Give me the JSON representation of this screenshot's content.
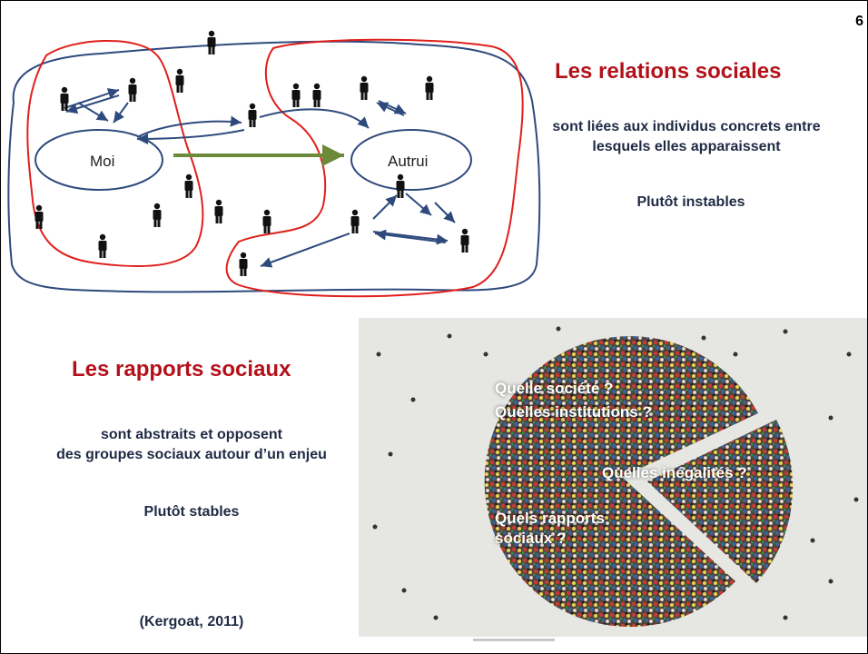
{
  "page": {
    "number": "6"
  },
  "diagram": {
    "moi_label": "Moi",
    "autrui_label": "Autrui"
  },
  "relations": {
    "title": "Les relations sociales",
    "line1": "sont liées aux individus concrets entre",
    "line2": "lesquels elles apparaissent",
    "stability": "Plutôt instables"
  },
  "rapports": {
    "title": "Les rapports sociaux",
    "line1": "sont abstraits et opposent",
    "line2": "des groupes sociaux autour d’un enjeu",
    "stability": "Plutôt stables",
    "citation": "(Kergoat, 2011)"
  },
  "photo": {
    "q_societe": "Quelle société ?",
    "q_institutions": "Quelles institutions ?",
    "q_inegalites": "Quelles inégalités ?",
    "q_rapports_1": "Quels rapports",
    "q_rapports_2": "sociaux ?"
  },
  "colors": {
    "accent_red": "#b3111a",
    "text_dark": "#1f2a44",
    "diagram_blue": "#2e4a7d",
    "loop_red": "#e0201c",
    "arrow_green": "#6b8a3a"
  }
}
